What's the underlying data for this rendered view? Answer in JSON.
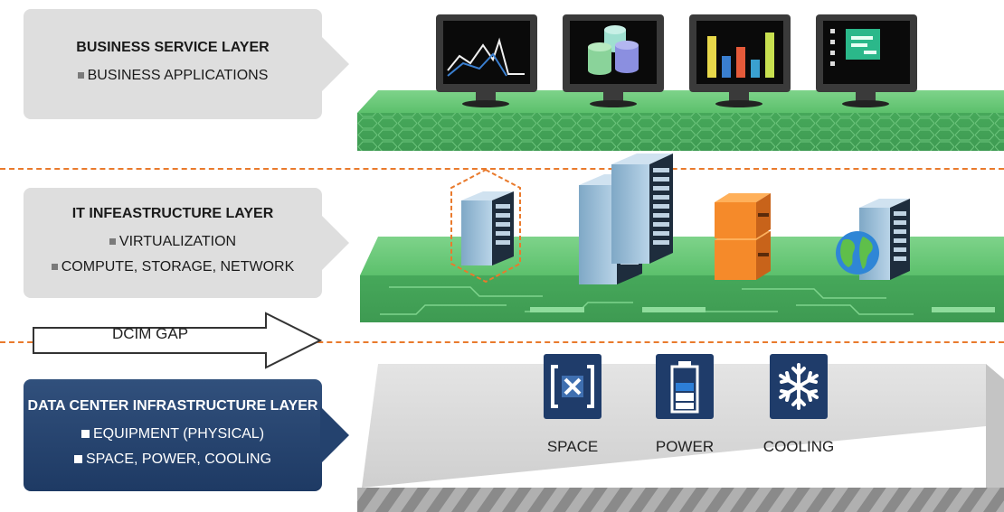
{
  "layers": {
    "business": {
      "title": "BUSINESS SERVICE LAYER",
      "items": [
        "BUSINESS APPLICATIONS"
      ]
    },
    "it": {
      "title": "IT INFEASTRUCTURE LAYER",
      "items": [
        "VIRTUALIZATION",
        "COMPUTE, STORAGE, NETWORK"
      ]
    },
    "datacenter": {
      "title": "DATA CENTER INFRASTRUCTURE LAYER",
      "items": [
        "EQUIPMENT (PHYSICAL)",
        "SPACE, POWER, COOLING"
      ]
    }
  },
  "gap": {
    "label": "DCIM GAP"
  },
  "datacenter_icons": [
    "SPACE",
    "POWER",
    "COOLING"
  ],
  "colors": {
    "accent_orange": "#e97a2c",
    "platform_green": "#4caf50",
    "navy": "#1f3c6a",
    "callout_grey": "#dedede"
  }
}
